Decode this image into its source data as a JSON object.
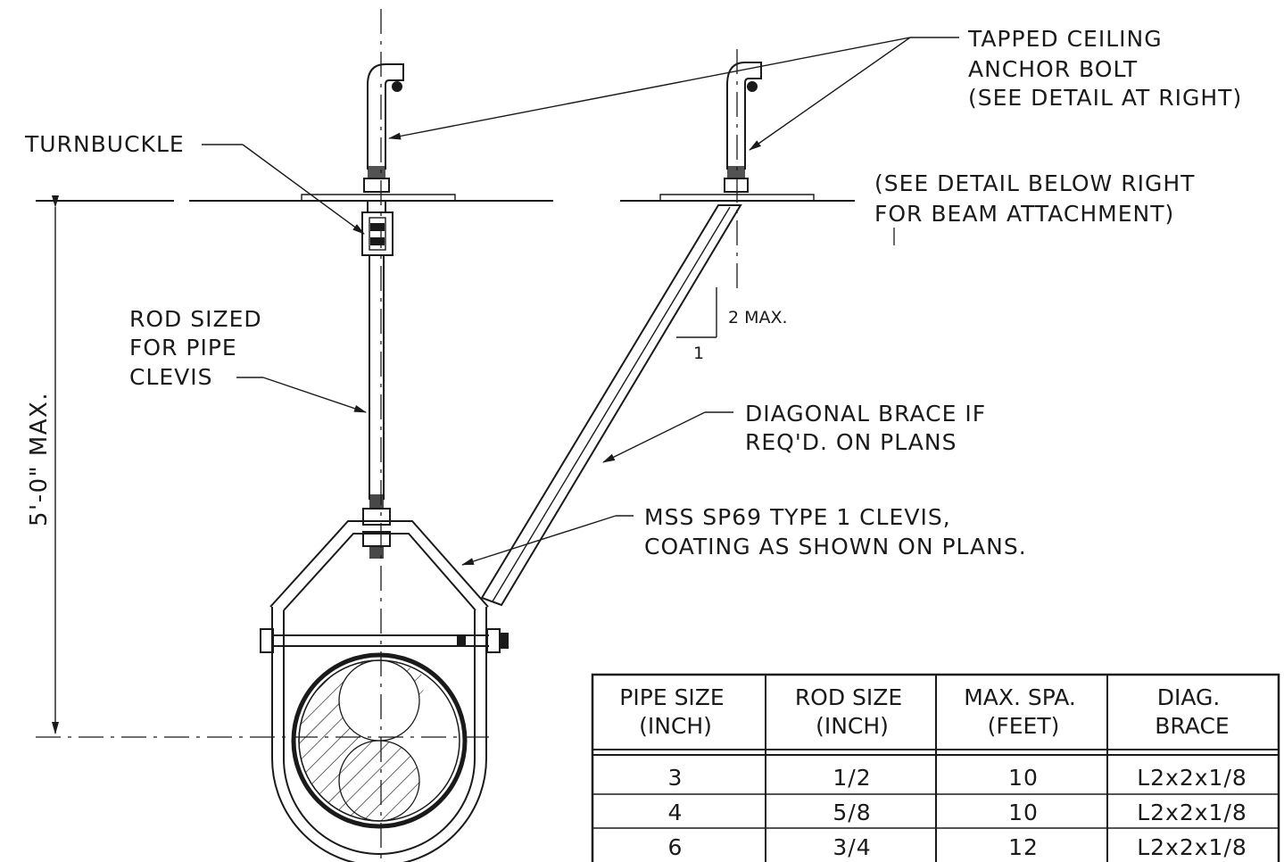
{
  "labels": {
    "tapped_anchor": [
      "TAPPED CEILING",
      "ANCHOR BOLT",
      "(SEE DETAIL AT RIGHT)"
    ],
    "beam_note": [
      "(SEE DETAIL BELOW RIGHT",
      "FOR BEAM ATTACHMENT)"
    ],
    "turnbuckle": "TURNBUCKLE",
    "rod": [
      "ROD SIZED",
      "FOR PIPE",
      "CLEVIS"
    ],
    "slope_max": "2 MAX.",
    "slope_run": "1",
    "diag_brace": [
      "DIAGONAL BRACE IF",
      "REQ'D. ON PLANS"
    ],
    "clevis": [
      "MSS SP69 TYPE 1 CLEVIS,",
      "COATING AS SHOWN ON PLANS."
    ],
    "vertical_dim": "5'-0\" MAX."
  },
  "table": {
    "headers": [
      [
        "PIPE SIZE",
        "(INCH)"
      ],
      [
        "ROD SIZE",
        "(INCH)"
      ],
      [
        "MAX. SPA.",
        "(FEET)"
      ],
      [
        "DIAG.",
        "BRACE"
      ]
    ],
    "rows": [
      [
        "3",
        "1/2",
        "10",
        "L2x2x1/8"
      ],
      [
        "4",
        "5/8",
        "10",
        "L2x2x1/8"
      ],
      [
        "6",
        "3/4",
        "12",
        "L2x2x1/8"
      ]
    ]
  }
}
